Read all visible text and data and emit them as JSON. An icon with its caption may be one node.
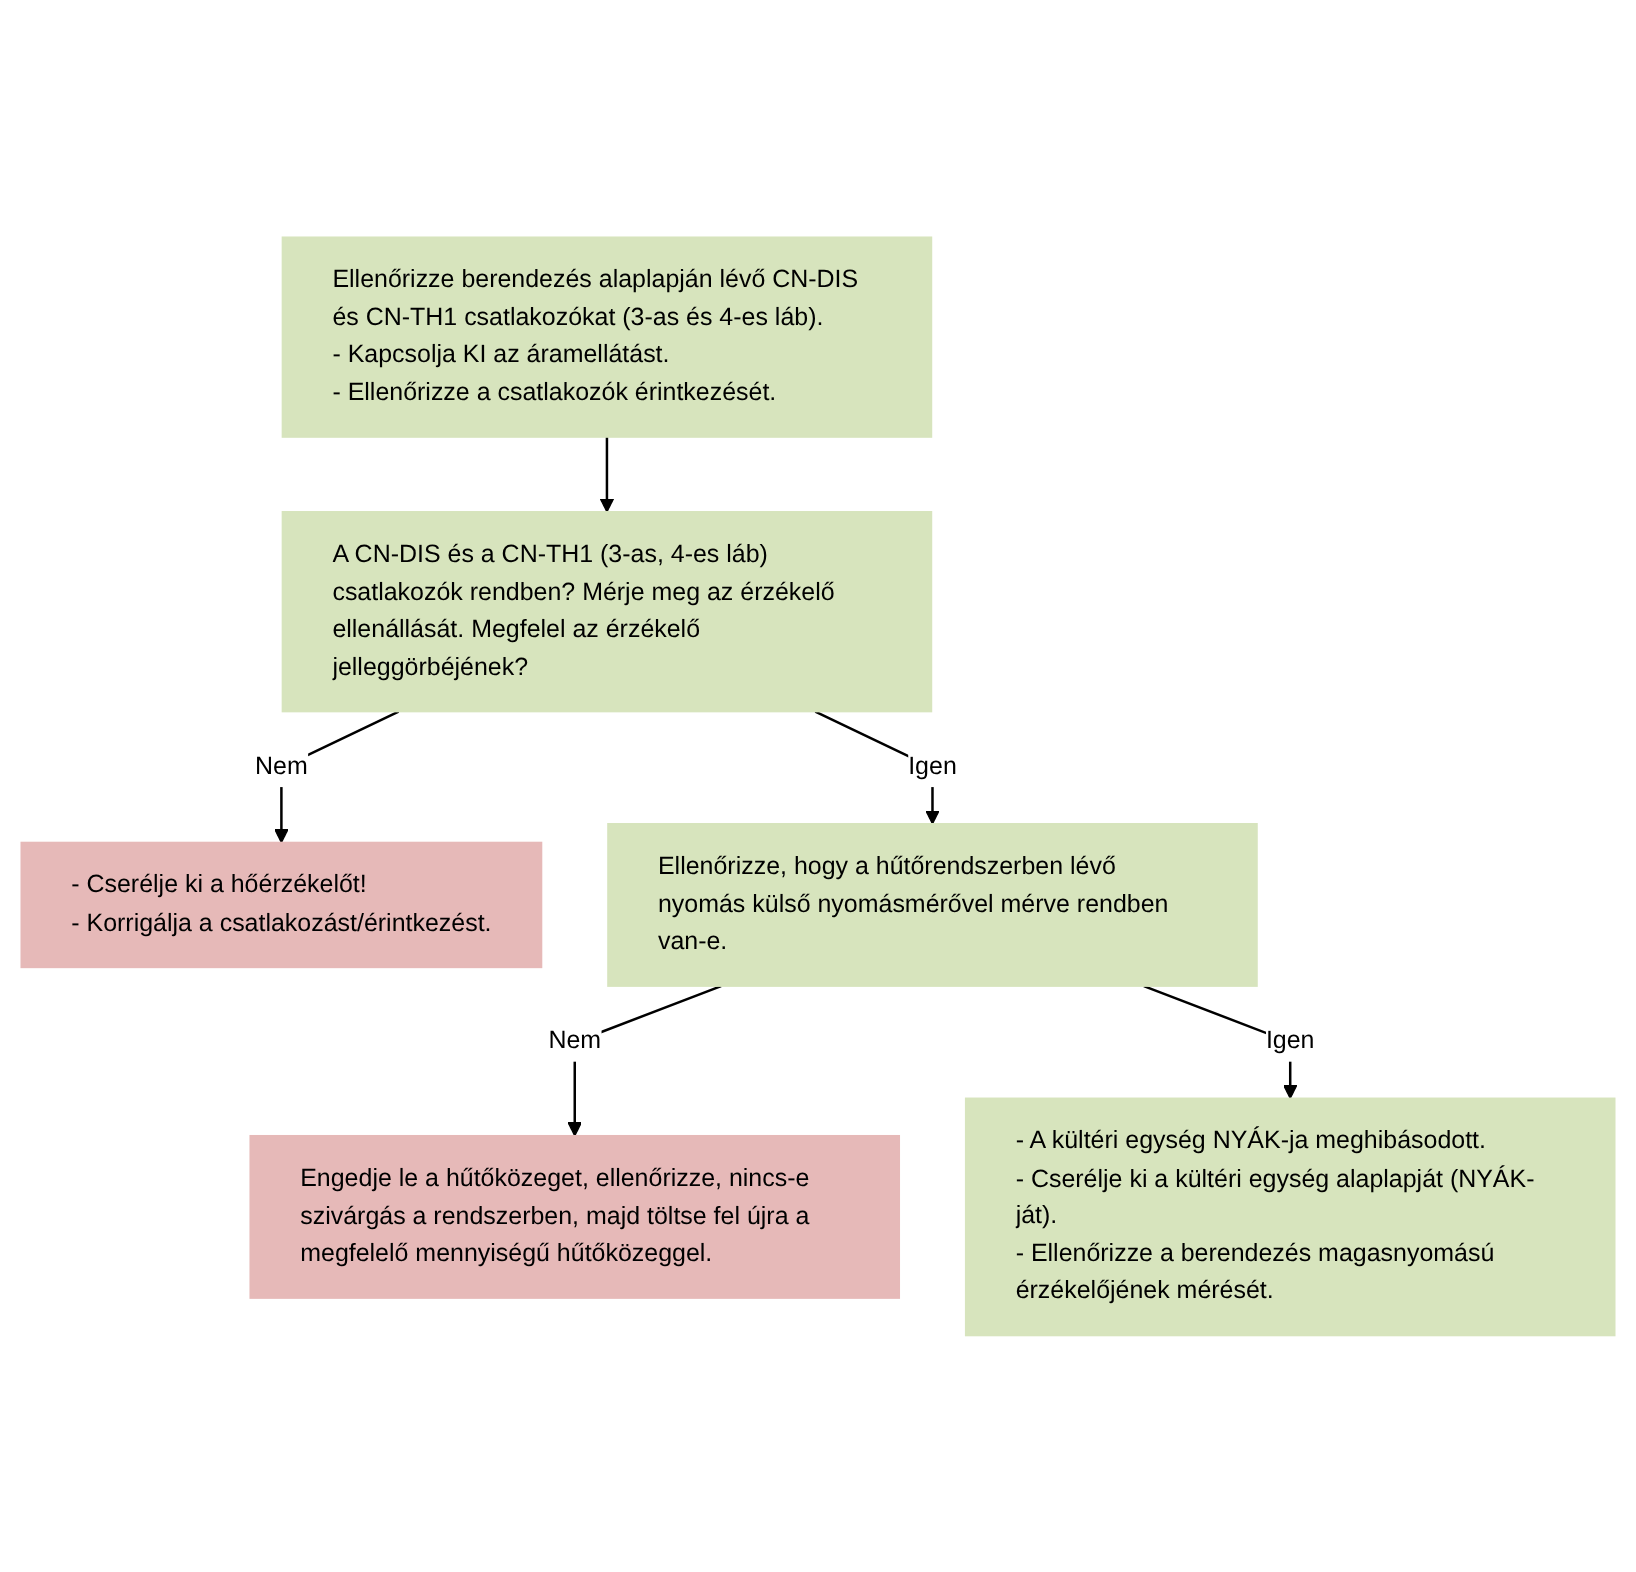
{
  "diagram": {
    "nodes": [
      {
        "text": [
          "Ellenőrizze berendezés alaplapján lévő CN-DIS és CN-TH1 csatlakozókat (3-as és 4-es láb).",
          "- Kapcsolja KI az áramellátást.",
          "- Ellenőrizze a csatlakozók érintkezését."
        ]
      },
      {
        "text": [
          "A CN-DIS és a CN-TH1 (3-as, 4-es láb) csatlakozók rendben? Mérje meg az érzékelő ellenállását. Megfelel az érzékelő jelleggörbéjének?"
        ]
      },
      {
        "text": [
          "- Cserélje ki a hőérzékelőt!",
          "- Korrigálja a csatlakozást/érintkezést."
        ]
      },
      {
        "text": [
          "Ellenőrizze, hogy a hűtőrendszerben lévő nyomás külső nyomásmérővel mérve rendben van-e."
        ]
      },
      {
        "text": [
          "Engedje le a hűtőközeget, ellenőrizze, nincs-e szivárgás a rendszerben, majd töltse fel újra a megfelelő mennyiségű hűtőközeggel."
        ]
      },
      {
        "text": [
          "- A kültéri egység NYÁK-ja meghibásodott.",
          "- Cserélje ki a kültéri egység alaplapját (NYÁK-ját).",
          "- Ellenőrizze a berendezés magasnyomású érzékelőjének mérését."
        ]
      }
    ],
    "edges": [
      {
        "from": 0,
        "to": 1,
        "arrow": "to"
      },
      {
        "from": 1,
        "to": 2,
        "arrow": "to",
        "label": "Nem"
      },
      {
        "from": 1,
        "to": 3,
        "arrow": "to",
        "label": "Igen"
      },
      {
        "from": 3,
        "to": 4,
        "arrow": "to",
        "label": "Nem"
      },
      {
        "from": 3,
        "to": 5,
        "arrow": "to",
        "label": "Igen"
      }
    ]
  }
}
